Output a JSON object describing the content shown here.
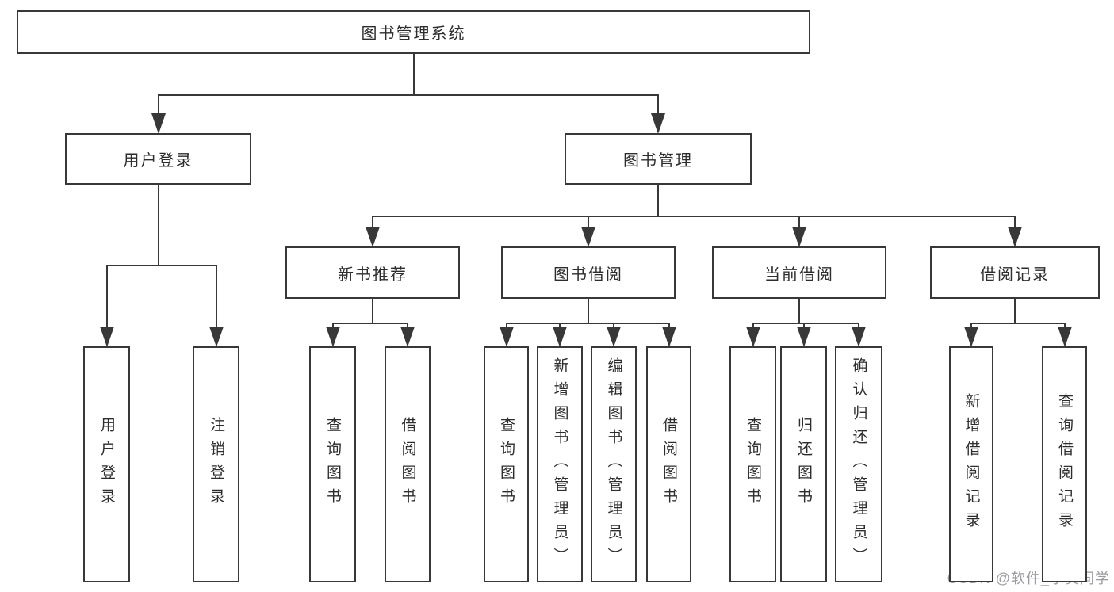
{
  "diagram": {
    "title": "图书管理系统",
    "watermark": "CSDN @软件_小贺同学",
    "colors": {
      "line": "#383838",
      "box_border": "#383838",
      "text": "#2d2d2d",
      "watermark": "#9b9ba1",
      "background": "#ffffff"
    },
    "nodes": [
      {
        "id": "root",
        "label": "图书管理系统",
        "parent": null
      },
      {
        "id": "user-login",
        "label": "用户登录",
        "parent": "root"
      },
      {
        "id": "book-mgmt",
        "label": "图书管理",
        "parent": "root"
      },
      {
        "id": "rec",
        "label": "新书推荐",
        "parent": "book-mgmt"
      },
      {
        "id": "borrow",
        "label": "图书借阅",
        "parent": "book-mgmt"
      },
      {
        "id": "current",
        "label": "当前借阅",
        "parent": "book-mgmt"
      },
      {
        "id": "records",
        "label": "借阅记录",
        "parent": "book-mgmt"
      },
      {
        "id": "login",
        "label": "用户登录",
        "parent": "user-login"
      },
      {
        "id": "logout",
        "label": "注销登录",
        "parent": "user-login"
      },
      {
        "id": "rec-query",
        "label": "查询图书",
        "parent": "rec"
      },
      {
        "id": "rec-borrow",
        "label": "借阅图书",
        "parent": "rec"
      },
      {
        "id": "borrow-query",
        "label": "查询图书",
        "parent": "borrow"
      },
      {
        "id": "borrow-add",
        "label": "新增图书（管理员）",
        "parent": "borrow"
      },
      {
        "id": "borrow-edit",
        "label": "编辑图书（管理员）",
        "parent": "borrow"
      },
      {
        "id": "borrow-borrow",
        "label": "借阅图书",
        "parent": "borrow"
      },
      {
        "id": "current-query",
        "label": "查询图书",
        "parent": "current"
      },
      {
        "id": "current-return",
        "label": "归还图书",
        "parent": "current"
      },
      {
        "id": "current-confirm",
        "label": "确认归还（管理员）",
        "parent": "current"
      },
      {
        "id": "records-add",
        "label": "新增借阅记录",
        "parent": "records"
      },
      {
        "id": "records-query",
        "label": "查询借阅记录",
        "parent": "records"
      }
    ]
  }
}
